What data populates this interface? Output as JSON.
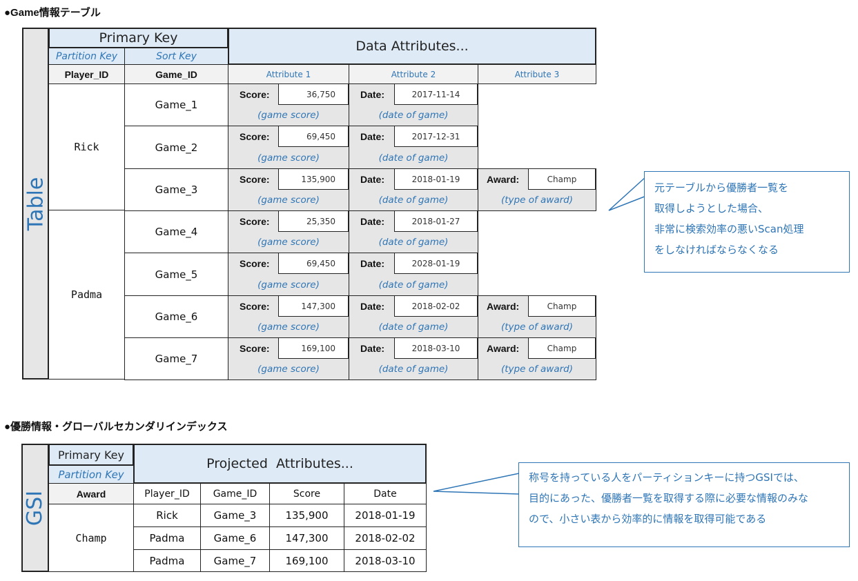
{
  "section1_title": "●Game情報テーブル",
  "section2_title": "●優勝情報・グローバルセカンダリインデックス",
  "table": {
    "side_label": "Table",
    "primary_key": "Primary Key",
    "partition_key": "Partition Key",
    "sort_key": "Sort Key",
    "data_attributes": "Data Attributes...",
    "col_player": "Player_ID",
    "col_game": "Game_ID",
    "attr1": "Attribute 1",
    "attr2": "Attribute 2",
    "attr3": "Attribute 3",
    "players": [
      "Rick",
      "Padma"
    ],
    "rows": [
      {
        "game": "Game_1",
        "score": "36,750",
        "date": "2017-11-14",
        "award": ""
      },
      {
        "game": "Game_2",
        "score": "69,450",
        "date": "2017-12-31",
        "award": ""
      },
      {
        "game": "Game_3",
        "score": "135,900",
        "date": "2018-01-19",
        "award": "Champ"
      },
      {
        "game": "Game_4",
        "score": "25,350",
        "date": "2018-01-27",
        "award": ""
      },
      {
        "game": "Game_5",
        "score": "69,450",
        "date": "2028-01-19",
        "award": ""
      },
      {
        "game": "Game_6",
        "score": "147,300",
        "date": "2018-02-02",
        "award": "Champ"
      },
      {
        "game": "Game_7",
        "score": "169,100",
        "date": "2018-03-10",
        "award": "Champ"
      }
    ],
    "score_label": "Score:",
    "date_label": "Date:",
    "award_label": "Award:",
    "score_note": "(game score)",
    "date_note": "(date of game)",
    "award_note": "(type of award)"
  },
  "callout1": [
    "元テーブルから優勝者一覧を",
    "取得しようとした場合、",
    "非常に検索効率の悪いScan処理",
    "をしなければならなくなる"
  ],
  "gsi": {
    "side_label": "GSI",
    "primary_key": "Primary Key",
    "partition_key": "Partition Key",
    "projected": "Projected  Attributes...",
    "headers": [
      "Award",
      "Player_ID",
      "Game_ID",
      "Score",
      "Date"
    ],
    "key_value": "Champ",
    "rows": [
      [
        "Rick",
        "Game_3",
        "135,900",
        "2018-01-19"
      ],
      [
        "Padma",
        "Game_6",
        "147,300",
        "2018-02-02"
      ],
      [
        "Padma",
        "Game_7",
        "169,100",
        "2018-03-10"
      ]
    ]
  },
  "callout2": [
    "称号を持っている人をパーティションキーに持つGSIでは、",
    "目的にあった、優勝者一覧を取得する際に必要な情報のみな",
    "ので、小さい表から効率的に情報を取得可能である"
  ],
  "colors": {
    "accent": "#2e75b6",
    "key_fill": "#deebf7",
    "band": "#e6e6e6"
  }
}
